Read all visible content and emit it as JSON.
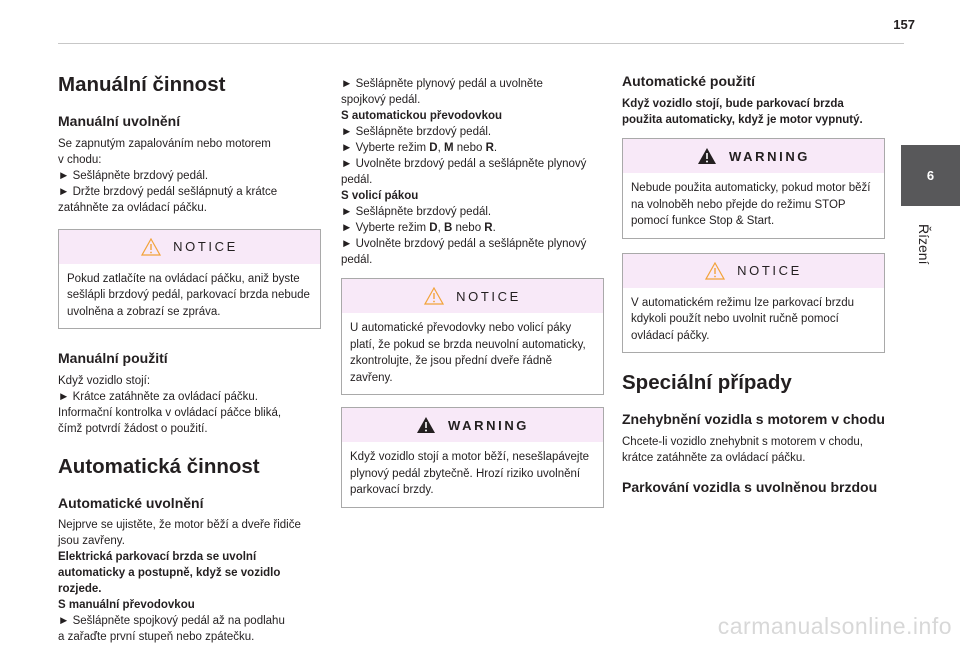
{
  "page_number": "157",
  "side_tab": {
    "number": "6",
    "label": "Řízení"
  },
  "watermark": "carmanualsonline.info",
  "col1": {
    "h_manual": "Manuální činnost",
    "h_release": "Manuální uvolnění",
    "release_lines": [
      "Se zapnutým zapalováním nebo motorem",
      "v chodu:",
      "► Sešlápněte brzdový pedál.",
      "► Držte brzdový pedál sešlápnutý a krátce",
      "zatáhněte za ovládací páčku."
    ],
    "notice_title": "NOTICE",
    "notice_text": "Pokud zatlačíte na ovládací páčku, aniž byste sešlápli brzdový pedál, parkovací brzda nebude uvolněna a zobrazí se zpráva.",
    "h_apply": "Manuální použití",
    "apply_lines": [
      "Když vozidlo stojí:",
      "► Krátce zatáhněte za ovládací páčku.",
      "Informační kontrolka v ovládací páčce bliká,",
      "čímž potvrdí žádost o použití."
    ],
    "h_auto": "Automatická činnost",
    "h_auto_release": "Automatické uvolnění",
    "auto_lines": [
      "Nejprve se ujistěte, že motor běží a dveře řidiče",
      "jsou zavřeny."
    ],
    "auto_bold": [
      "Elektrická parkovací brzda se uvolní",
      "automaticky a postupně, když se vozidlo",
      "rozjede.",
      "S manuální převodovkou"
    ],
    "auto_tail": [
      "► Sešlápněte spojkový pedál až na podlahu",
      "a zařaďte první stupeň nebo zpátečku."
    ]
  },
  "col2": {
    "l1": "► Sešlápněte plynový pedál a uvolněte",
    "l2": "spojkový pedál.",
    "l3": "S automatickou převodovkou",
    "l4": "► Sešlápněte brzdový pedál.",
    "l5a": "► Vyberte režim ",
    "l5b": "D",
    "l5c": ", ",
    "l5d": "M",
    "l5e": " nebo ",
    "l5f": "R",
    "l5g": ".",
    "l6": "► Uvolněte brzdový pedál a sešlápněte plynový",
    "l7": "pedál.",
    "l8": "S volicí pákou",
    "l9": "► Sešlápněte brzdový pedál.",
    "l10a": "► Vyberte režim ",
    "l10b": "D",
    "l10c": ", ",
    "l10d": "B",
    "l10e": " nebo ",
    "l10f": "R",
    "l10g": ".",
    "l11": "► Uvolněte brzdový pedál a sešlápněte plynový",
    "l12": "pedál.",
    "notice_title": "NOTICE",
    "notice_text": "U automatické převodovky nebo volicí páky platí, že pokud se brzda neuvolní automaticky, zkontrolujte, že jsou přední dveře řádně zavřeny.",
    "warning_title": "WARNING",
    "warning_text": "Když vozidlo stojí a motor běží, nesešlapávejte plynový pedál zbytečně. Hrozí riziko uvolnění parkovací brzdy."
  },
  "col3": {
    "h_auto_apply": "Automatické použití",
    "auto_apply_bold": "Když vozidlo stojí, bude parkovací brzda použita automaticky, když je motor vypnutý.",
    "warning_title": "WARNING",
    "warning_text": "Nebude použita automaticky, pokud motor běží na volnoběh nebo přejde do režimu STOP pomocí funkce Stop & Start.",
    "notice_title": "NOTICE",
    "notice_text": "V automatickém režimu lze parkovací brzdu kdykoli použít nebo uvolnit ručně pomocí ovládací páčky.",
    "h_special": "Speciální případy",
    "h_immob": "Znehybnění vozidla s motorem v chodu",
    "immob_text": "Chcete-li vozidlo znehybnit s motorem v chodu, krátce zatáhněte za ovládací páčku.",
    "h_parking": "Parkování vozidla s uvolněnou brzdou"
  }
}
